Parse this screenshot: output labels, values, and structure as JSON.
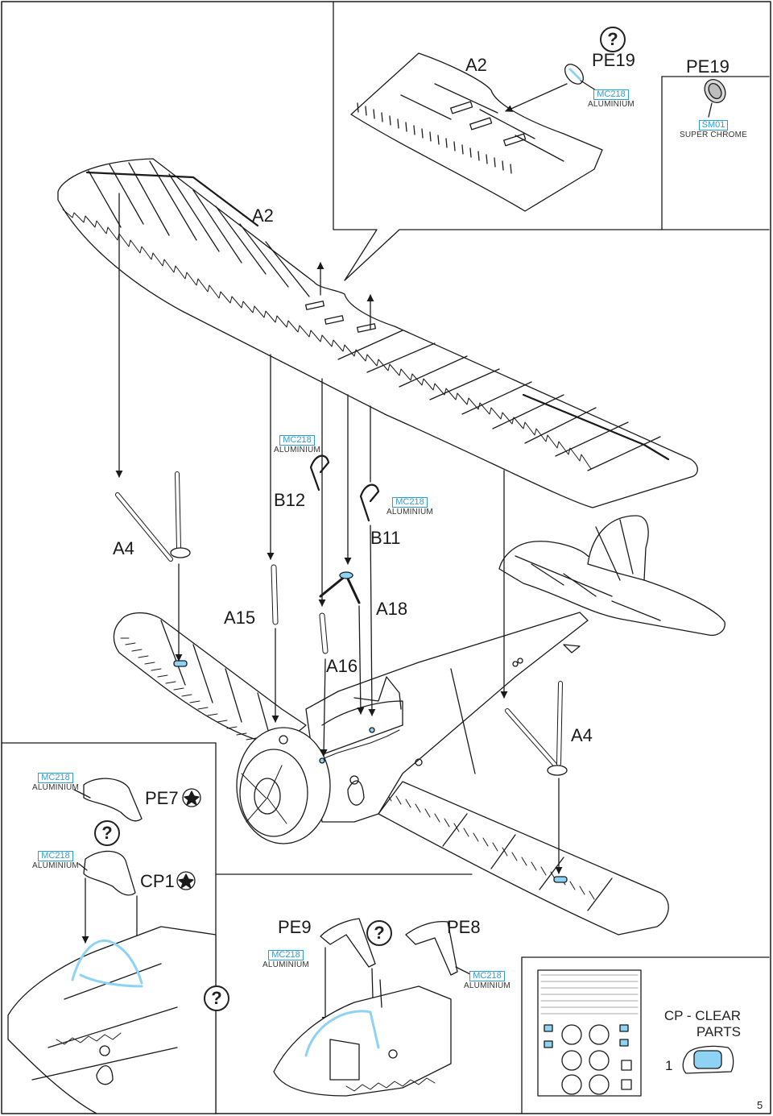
{
  "labels": {
    "a2_main": "A2",
    "a2_inset": "A2",
    "pe19_top": "PE19",
    "pe19_side": "PE19",
    "b12": "B12",
    "b11": "B11",
    "a4_left": "A4",
    "a4_right": "A4",
    "a15": "A15",
    "a18": "A18",
    "a16": "A16",
    "pe7": "PE7",
    "cp1": "CP1",
    "pe9": "PE9",
    "pe8": "PE8",
    "cp_one": "1"
  },
  "paints": {
    "pe19_paint": {
      "code": "MC218",
      "name": "ALUMINIUM"
    },
    "pe19_detail_paint": {
      "code": "SM01",
      "name": "SUPER CHROME"
    },
    "b12_paint": {
      "code": "MC218",
      "name": "ALUMINIUM"
    },
    "b11_paint": {
      "code": "MC218",
      "name": "ALUMINIUM"
    },
    "pe7_paint": {
      "code": "MC218",
      "name": "ALUMINIUM"
    },
    "cp1_paint": {
      "code": "MC218",
      "name": "ALUMINIUM"
    },
    "pe9_paint": {
      "code": "MC218",
      "name": "ALUMINIUM"
    },
    "pe8_paint": {
      "code": "MC218",
      "name": "ALUMINIUM"
    }
  },
  "question_mark": "?",
  "cp_title": {
    "line1": "CP - CLEAR",
    "line2": "PARTS"
  },
  "page_number": "5",
  "colors": {
    "paint_blue": "#2a9fd6",
    "clear_blue": "#8fd3f4",
    "line": "#1a1a1a"
  }
}
